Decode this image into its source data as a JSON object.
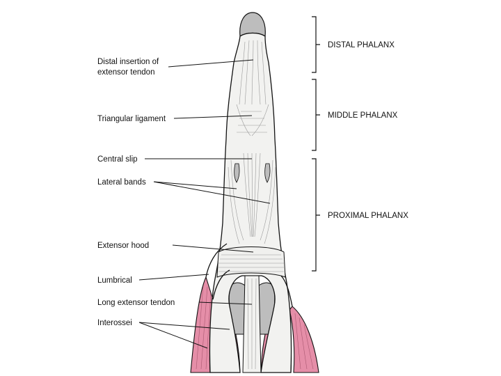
{
  "labels": {
    "distal_insertion_line1": "Distal insertion of",
    "distal_insertion_line2": "extensor tendon",
    "triangular_ligament": "Triangular ligament",
    "central_slip": "Central slip",
    "lateral_bands": "Lateral bands",
    "extensor_hood": "Extensor hood",
    "lumbrical": "Lumbrical",
    "long_extensor_tendon": "Long extensor tendon",
    "interossei": "Interossei"
  },
  "regions": {
    "distal_phalanx": "DISTAL PHALANX",
    "middle_phalanx": "MIDDLE PHALANX",
    "proximal_phalanx": "PROXIMAL PHALANX"
  },
  "colors": {
    "muscle": "#e58ea8",
    "bone": "#bdbdbd",
    "tendon": "#f2f2f0",
    "outline": "#111111"
  }
}
